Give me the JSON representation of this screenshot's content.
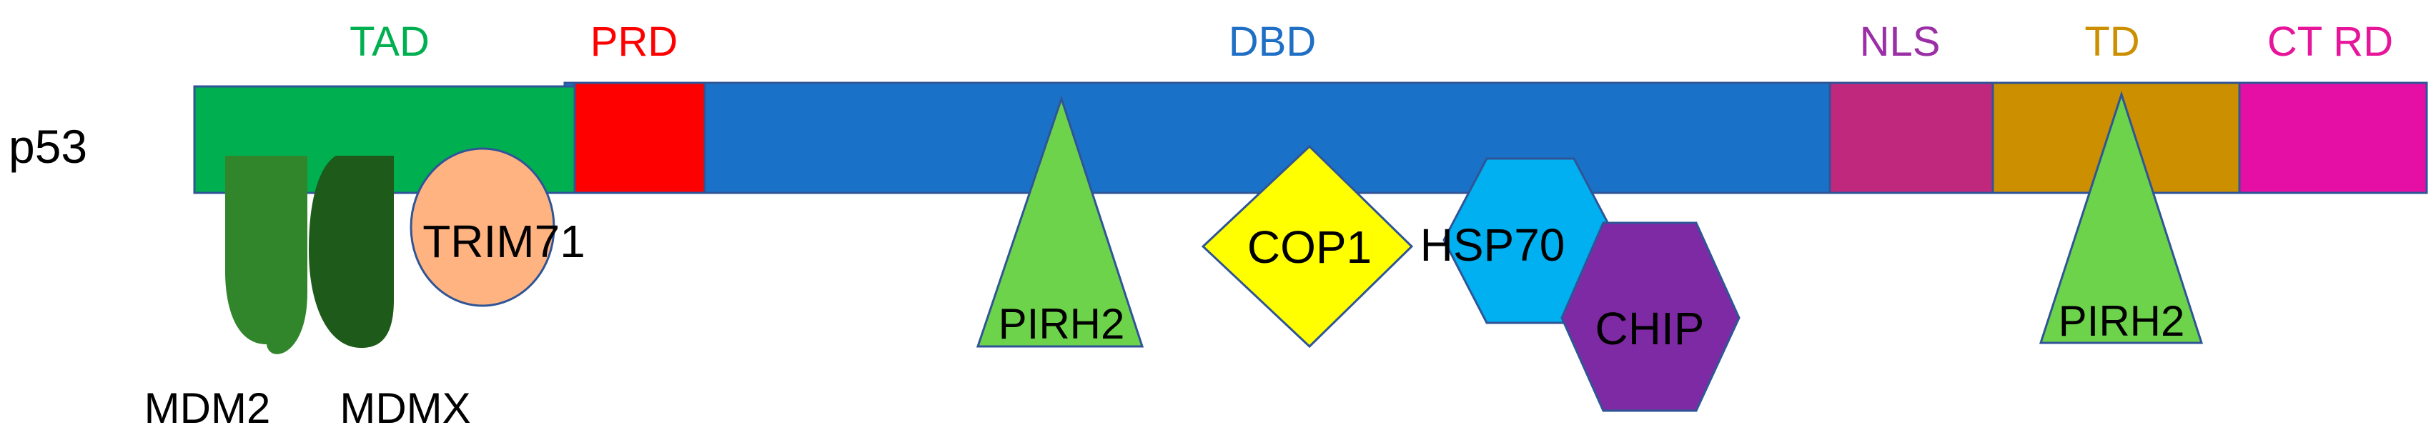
{
  "protein_label": "p53",
  "domains": [
    {
      "label": "TAD",
      "color": "#00b050"
    },
    {
      "label": "PRD",
      "color": "#ff0000"
    },
    {
      "label": "DBD",
      "color": "#1f6fc5"
    },
    {
      "label": "NLS",
      "color": "#9b2fa6"
    },
    {
      "label": "TD",
      "color": "#cc8f00"
    },
    {
      "label": "CT RD",
      "color": "#e6159a"
    }
  ],
  "bar_colors": {
    "TAD": "#00b050",
    "PRD": "#ff0000",
    "DBD": "#1a72c8",
    "NLS": "#c0287e",
    "TD": "#cc8f00",
    "CT RD": "#e60fa6",
    "outline": "#2f5597"
  },
  "interactors": {
    "mdm2": {
      "label": "MDM2",
      "color": "#31862b"
    },
    "mdmx": {
      "label": "MDMX",
      "color": "#1e5a1a"
    },
    "trim71": {
      "label": "TRIM71",
      "color": "#ffb380"
    },
    "pirh2_dbd": {
      "label": "PIRH2",
      "color": "#6dd34a"
    },
    "cop1": {
      "label": "COP1",
      "color": "#ffff00"
    },
    "hsp70": {
      "label": "HSP70",
      "color": "#00b0f0"
    },
    "chip": {
      "label": "CHIP",
      "color": "#7f2aa5"
    },
    "pirh2_td": {
      "label": "PIRH2",
      "color": "#6dd34a"
    }
  }
}
